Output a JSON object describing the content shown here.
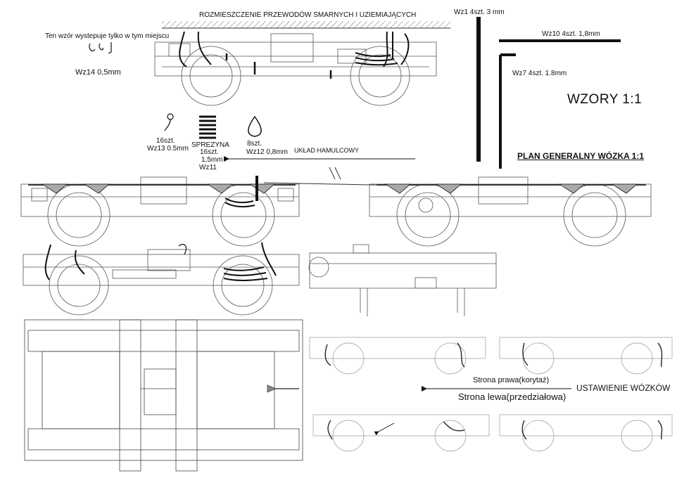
{
  "header": {
    "title": "ROZMIESZCZENIE PRZEWODÓW SMARNYCH I UZIEMIAJĄCYCH",
    "note": "Ten wzór wystepuje tylko w tym miejscu"
  },
  "patterns": {
    "wz14": "Wz14  0,5mm",
    "wz13_count": "16szt.",
    "wz13": "Wz13 0.5mm",
    "spring_title": "SPREZYNA",
    "spring_count": "16szt.",
    "spring_size": "1,5mm",
    "spring_code": "Wz11",
    "wz12_count": "8szt.",
    "wz12": "Wz12 0,8mm",
    "wz1": "Wz1 4szt. 3 mm",
    "wz10": "Wz10 4szt. 1,8mm",
    "wz7": "Wz7 4szt. 1.8mm"
  },
  "scale_title": "WZORY 1:1",
  "plan_title": "PLAN GENERALNY WÓZKA 1:1",
  "brake_label": "UKŁAD HAMULCOWY",
  "placement": {
    "right_side": "Strona prawa(korytaż)",
    "left_side": "Strona lewa(przedziałowa)",
    "title": "USTAWIENIE WÓZKÓW"
  }
}
